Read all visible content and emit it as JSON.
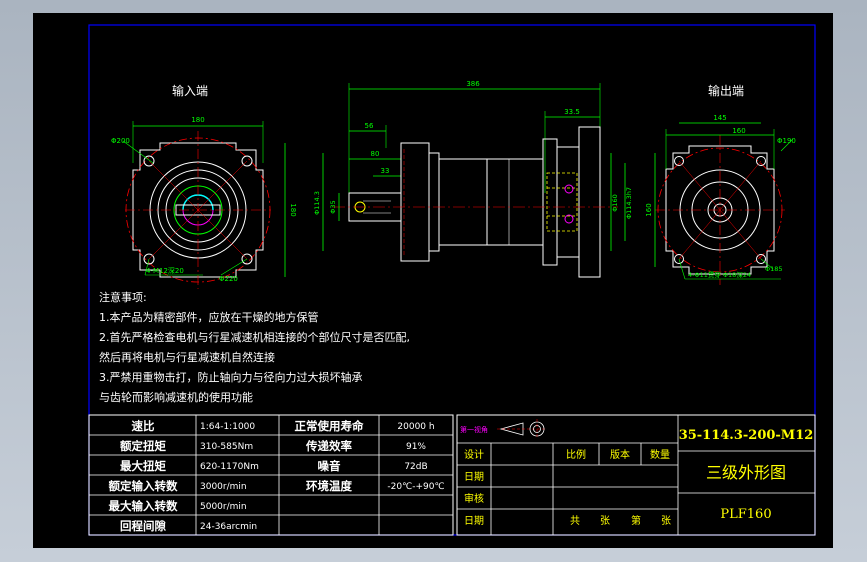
{
  "colors": {
    "background": "#000000",
    "frame": "#0000ff",
    "outline": "#ffffff",
    "dimension": "#00ff00",
    "centerline": "#ff0000",
    "hidden": "#ffff00",
    "hatch": "#ff00ff",
    "cyan": "#00ffff",
    "title_yellow": "#ffff00"
  },
  "views": {
    "input_end_label": "输入端",
    "output_end_label": "输出端"
  },
  "dimensions": {
    "input": {
      "width": "180",
      "dia1": "Φ200",
      "height": "180",
      "holes": "4-M12深20",
      "bolt": "Φ220"
    },
    "side": {
      "total": "386",
      "d1": "56",
      "d2": "80",
      "d3": "33.5",
      "d4": "33",
      "bore": "Φ114.3",
      "shaft": "Φ35",
      "flange": "Φ160",
      "flange2": "Φ114.3h7"
    },
    "output": {
      "width": "145",
      "w2": "160",
      "dia": "Φ190",
      "height": "160",
      "holes": "4-Φ11贯穿 Φ18深24",
      "bolt": "Φ185"
    }
  },
  "notes": {
    "title": "注意事项:",
    "lines": [
      "1.本产品为精密部件，应放在干燥的地方保管",
      "2.首先严格检查电机与行星减速机相连接的个部位尺寸是否匹配,",
      "然后再将电机与行星减速机自然连接",
      "3.严禁用重物击打，防止轴向力与径向力过大损坏轴承",
      "与齿轮而影响减速机的使用功能"
    ]
  },
  "specs": [
    {
      "label": "速比",
      "value": "1:64-1:1000",
      "label2": "正常使用寿命",
      "value2": "20000 h"
    },
    {
      "label": "额定扭矩",
      "value": "310-585Nm",
      "label2": "传递效率",
      "value2": "91%"
    },
    {
      "label": "最大扭矩",
      "value": "620-1170Nm",
      "label2": "噪音",
      "value2": "72dB"
    },
    {
      "label": "额定输入转数",
      "value": "3000r/min",
      "label2": "环境温度",
      "value2": "-20℃-+90℃"
    },
    {
      "label": "最大输入转数",
      "value": "5000r/min",
      "label2": "",
      "value2": ""
    },
    {
      "label": "回程间隙",
      "value": "24-36arcmin",
      "label2": "",
      "value2": ""
    }
  ],
  "title_block": {
    "projection": "第一视角",
    "rows": [
      "设计",
      "日期",
      "审核",
      "日期"
    ],
    "headers": [
      "比例",
      "版本",
      "数量"
    ],
    "sheet_count": [
      "共",
      "张",
      "第",
      "张"
    ],
    "drawing_no": "35-114.3-200-M12",
    "drawing_name": "三级外形图",
    "model": "PLF160"
  }
}
